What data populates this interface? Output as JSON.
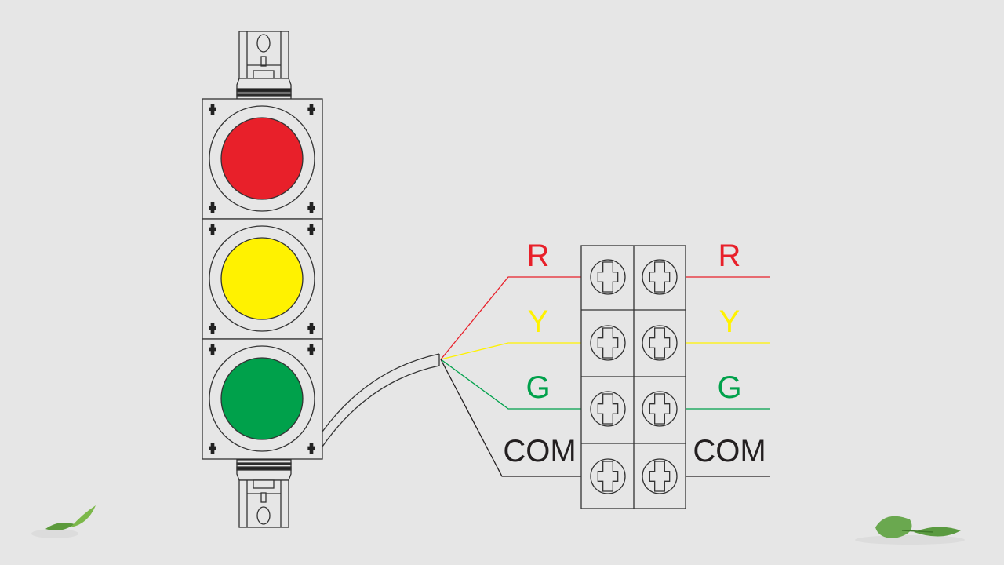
{
  "lamps": [
    {
      "name": "red",
      "color": "#e8202a"
    },
    {
      "name": "yellow",
      "color": "#fff200"
    },
    {
      "name": "green",
      "color": "#00a14b"
    }
  ],
  "wires": [
    {
      "label": "R",
      "color": "#e8202a"
    },
    {
      "label": "Y",
      "color": "#fff200"
    },
    {
      "label": "G",
      "color": "#00a14b"
    },
    {
      "label": "COM",
      "color": "#231f20"
    }
  ]
}
